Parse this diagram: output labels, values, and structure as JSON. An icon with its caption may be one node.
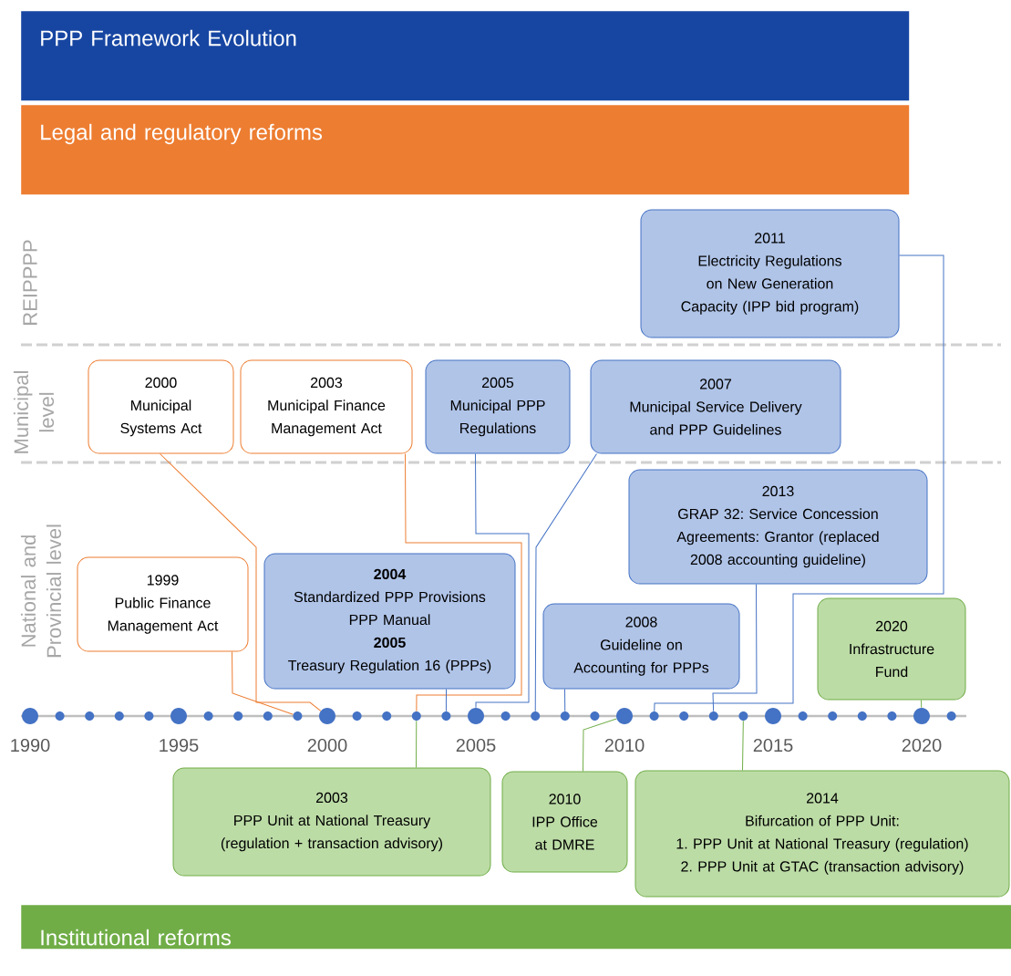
{
  "diagram": {
    "nodes": [
      {
        "text": [
          "PPP Framework Evolution"
        ]
      },
      {
        "text": [
          "Legal and regulatory reforms"
        ]
      },
      {
        "text": [
          "2011",
          "Electricity Regulations on New Generation Capacity (IPP bid program)"
        ]
      },
      {
        "text": [
          "2000",
          "Municipal Systems Act"
        ]
      },
      {
        "text": [
          "2003",
          "Municipal Finance Management Act"
        ]
      },
      {
        "text": [
          "2005",
          "Municipal PPP Regulations"
        ]
      },
      {
        "text": [
          "2007",
          "Municipal Service Delivery and PPP Guidelines"
        ]
      },
      {
        "text": [
          "2013",
          "GRAP 32: Service Concession Agreements: Grantor (replaced 2008 accounting guideline)"
        ]
      },
      {
        "text": [
          "1999",
          "Public Finance Management Act"
        ]
      },
      {
        "text": [
          "2004",
          "Standardized PPP Provisions",
          "PPP Manual",
          "2005",
          "Treasury Regulation 16 (PPPs)"
        ]
      },
      {
        "text": [
          "2008",
          "Guideline on Accounting for PPPs"
        ]
      },
      {
        "text": [
          "2020",
          "Infrastructure Fund"
        ]
      },
      {
        "text": [
          "2003",
          "PPP Unit at National Treasury (regulation + transaction advisory)"
        ]
      },
      {
        "text": [
          "2010",
          "IPP Office at DMRE"
        ]
      },
      {
        "text": [
          "2014",
          "Bifurcation of PPP Unit:",
          "1. PPP Unit at National Treasury (regulation)",
          "2. PPP Unit at GTAC (transaction advisory)"
        ]
      },
      {
        "text": [
          "Institutional reforms"
        ]
      },
      {
        "text": [],
        "shape": "circle"
      },
      {
        "text": [],
        "shape": "circle"
      },
      {
        "text": [],
        "shape": "circle"
      },
      {
        "text": [],
        "shape": "circle"
      },
      {
        "text": [],
        "shape": "circle"
      },
      {
        "text": [],
        "shape": "circle"
      },
      {
        "text": [],
        "shape": "circle"
      },
      {
        "text": [],
        "shape": "circle"
      },
      {
        "text": [],
        "shape": "circle"
      },
      {
        "text": [],
        "shape": "circle"
      },
      {
        "text": [],
        "shape": "circle"
      },
      {
        "text": [],
        "shape": "circle"
      },
      {
        "text": [],
        "shape": "circle"
      },
      {
        "text": [],
        "shape": "circle"
      },
      {
        "text": [],
        "shape": "circle"
      },
      {
        "text": [],
        "shape": "circle"
      },
      {
        "text": [],
        "shape": "circle"
      },
      {
        "text": [],
        "shape": "circle"
      },
      {
        "text": [],
        "shape": "circle"
      },
      {
        "text": [],
        "shape": "circle"
      },
      {
        "text": [],
        "shape": "circle"
      },
      {
        "text": [],
        "shape": "circle"
      },
      {
        "text": [],
        "shape": "circle"
      },
      {
        "text": [],
        "shape": "circle"
      },
      {
        "text": [],
        "shape": "circle"
      },
      {
        "text": [],
        "shape": "circle"
      },
      {
        "text": [],
        "shape": "circle"
      },
      {
        "text": [],
        "shape": "circle"
      },
      {
        "text": [],
        "shape": "circle"
      },
      {
        "text": [],
        "shape": "circle"
      },
      {
        "text": [],
        "shape": "circle"
      },
      {
        "text": [],
        "shape": "circle"
      }
    ],
    "edges": [
      {
        "from": 3,
        "to": 26,
        "arrow": "none",
        "color": "#ed7d31"
      },
      {
        "from": 8,
        "to": 25,
        "arrow": "none",
        "color": "#ed7d31"
      },
      {
        "from": 4,
        "to": 29,
        "arrow": "none",
        "color": "#ed7d31"
      },
      {
        "from": 5,
        "to": 31,
        "arrow": "none"
      },
      {
        "from": 6,
        "to": 33,
        "arrow": "none"
      },
      {
        "from": 2,
        "to": 37,
        "arrow": "none"
      },
      {
        "from": 9,
        "to": 30,
        "arrow": "none"
      },
      {
        "from": 10,
        "to": 34,
        "arrow": "none"
      },
      {
        "from": 7,
        "to": 39,
        "arrow": "none"
      },
      {
        "from": 11,
        "to": 46,
        "arrow": "none",
        "color": "#70ad47"
      },
      {
        "from": 12,
        "to": 29,
        "arrow": "none",
        "color": "#70ad47"
      },
      {
        "from": 13,
        "to": 36,
        "arrow": "none",
        "color": "#70ad47"
      },
      {
        "from": 14,
        "to": 40,
        "arrow": "none",
        "color": "#70ad47"
      }
    ],
    "labels": [
      "REIPPPP",
      "Municipal level",
      "National and Provincial level",
      "1990",
      "1995",
      "2000",
      "2005",
      "2010",
      "2015",
      "2020"
    ]
  }
}
